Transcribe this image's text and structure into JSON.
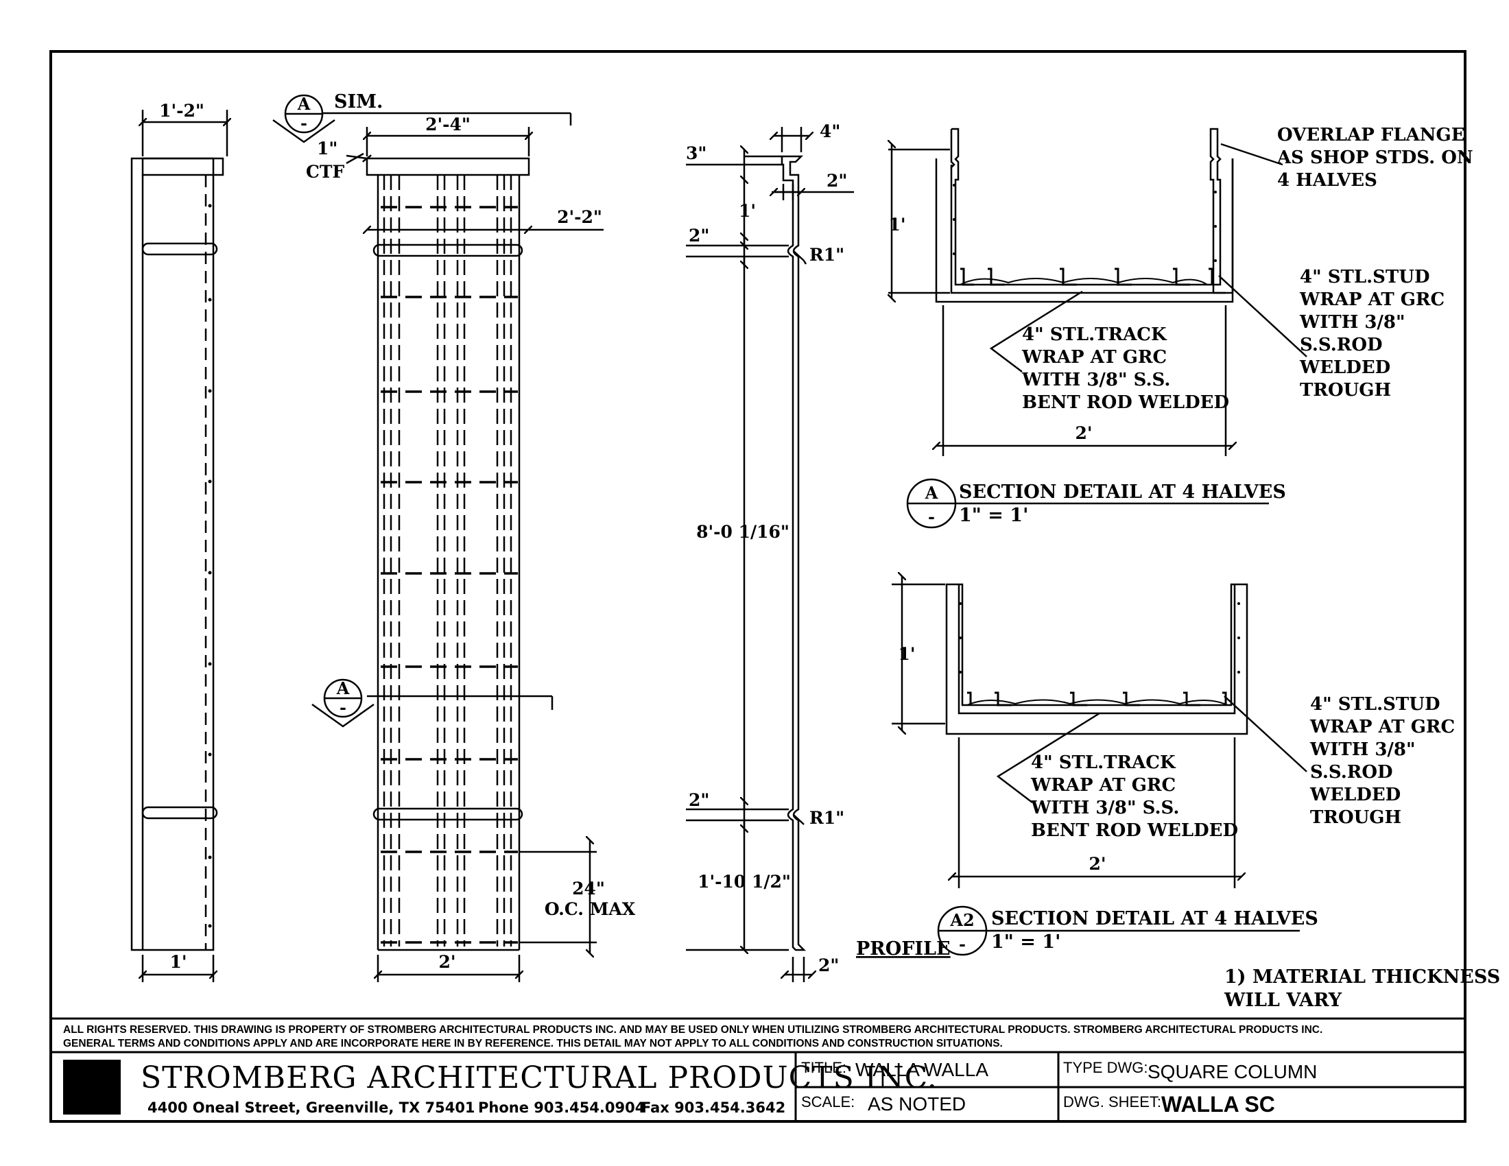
{
  "elevation": {
    "top_width": "1'-2\"",
    "bottom_width": "1'"
  },
  "front": {
    "marker_top_letter": "A",
    "marker_top_sub": "-",
    "marker_top_note": "SIM.",
    "top_width": "2'-4\"",
    "cap_thickness": "1\"",
    "ctf": "CTF",
    "ring_width": "2'-2\"",
    "marker_mid_letter": "A",
    "marker_mid_sub": "-",
    "stud_spacing_line1": "24\"",
    "stud_spacing_line2": "O.C. MAX",
    "bottom_width": "2'"
  },
  "profile": {
    "dim_4": "4\"",
    "dim_3": "3\"",
    "dim_2_top": "2\"",
    "dim_1": "1'",
    "dim_2_upper": "2\"",
    "radius_upper": "R1\"",
    "shaft_height": "8'-0 1/16\"",
    "dim_2_lower": "2\"",
    "radius_lower": "R1\"",
    "base_height": "1'-10 1/2\"",
    "dim_2_bottom": "2\"",
    "label": "PROFILE"
  },
  "section_a": {
    "height": "1'",
    "width": "2'",
    "flange_note": [
      "OVERLAP FLANGE",
      "AS SHOP STDS. ON",
      "4  HALVES"
    ],
    "stud_note": [
      "4\" STL.STUD",
      "WRAP AT GRC",
      "WITH 3/8\"",
      "S.S.ROD",
      "WELDED",
      " TROUGH"
    ],
    "track_note": [
      "4\" STL.TRACK",
      "WRAP AT GRC",
      "WITH 3/8\" S.S.",
      "BENT ROD WELDED"
    ],
    "marker_letter": "A",
    "marker_sub": "-",
    "title": "SECTION DETAIL AT 4 HALVES",
    "scale": "1\" = 1'"
  },
  "section_a2": {
    "height": "1'",
    "width": "2'",
    "stud_note": [
      "4\" STL.STUD",
      "WRAP AT GRC",
      "WITH 3/8\"",
      "S.S.ROD",
      "WELDED",
      " TROUGH"
    ],
    "track_note": [
      "4\" STL.TRACK",
      "WRAP AT GRC",
      "WITH 3/8\" S.S.",
      "BENT ROD WELDED"
    ],
    "marker_letter": "A2",
    "marker_sub": "-",
    "title": "SECTION DETAIL AT 4 HALVES",
    "scale": "1\" = 1'"
  },
  "general_note": [
    "1) MATERIAL THICKNESS",
    "WILL VARY"
  ],
  "legal": [
    "ALL RIGHTS RESERVED. THIS DRAWING IS PROPERTY OF STROMBERG ARCHITECTURAL PRODUCTS INC. AND MAY BE USED ONLY WHEN UTILIZING STROMBERG ARCHITECTURAL PRODUCTS.  STROMBERG ARCHITECTURAL PRODUCTS INC.",
    "GENERAL TERMS AND CONDITIONS APPLY AND ARE INCORPORATE HERE IN BY REFERENCE.  THIS DETAIL MAY NOT APPLY TO ALL CONDITIONS AND CONSTRUCTION SITUATIONS."
  ],
  "title_block": {
    "company": "STROMBERG ARCHITECTURAL PRODUCTS INC.",
    "address": "4400 Oneal Street, Greenville, TX  75401",
    "phone": "Phone 903.454.0904",
    "fax": "Fax 903.454.3642",
    "title_label": "TITLE:",
    "title_value": "WALLA WALLA",
    "scale_label": "SCALE:",
    "scale_value": "AS NOTED",
    "type_label": "TYPE DWG:",
    "type_value": "SQUARE COLUMN",
    "sheet_label": "DWG. SHEET:",
    "sheet_value": "WALLA SC"
  }
}
